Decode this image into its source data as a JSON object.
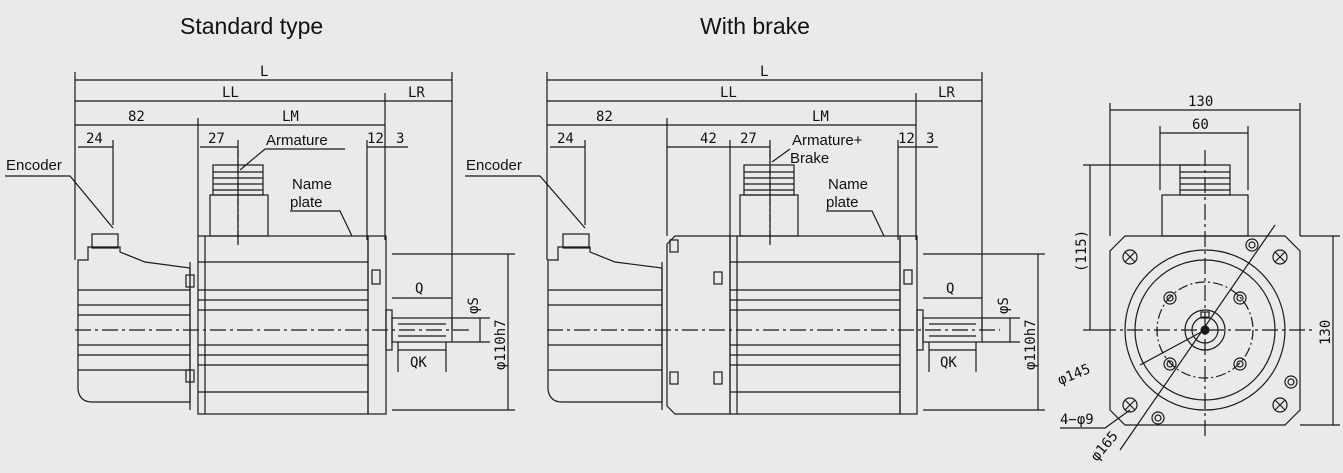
{
  "titles": {
    "standard": "Standard type",
    "brake": "With brake"
  },
  "dims": {
    "L": "L",
    "LL": "LL",
    "LR": "LR",
    "LM": "LM",
    "d82": "82",
    "d24": "24",
    "d27": "27",
    "d42": "42",
    "d12": "12",
    "d3": "3",
    "Q": "Q",
    "QK": "QK",
    "phiS": "φS",
    "phi110": "φ110h7"
  },
  "labels": {
    "encoder": "Encoder",
    "armature": "Armature",
    "armature_brake_1": "Armature+",
    "armature_brake_2": "Brake",
    "name_1": "Name",
    "name_2": "plate"
  },
  "front": {
    "d130_top": "130",
    "d60": "60",
    "d115": "(115)",
    "d130_side": "130",
    "phi145": "φ145",
    "holes": "4−φ9",
    "phi165": "φ165"
  },
  "colors": {
    "line": "#1a1a1a",
    "background": "#e8eaec"
  }
}
